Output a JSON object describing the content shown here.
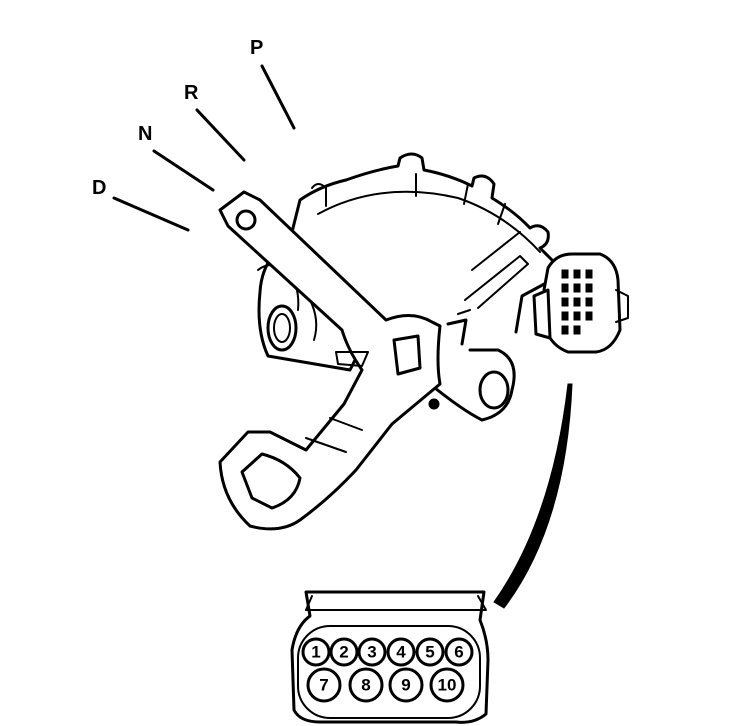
{
  "positions": [
    {
      "id": "P",
      "label": "P"
    },
    {
      "id": "R",
      "label": "R"
    },
    {
      "id": "N",
      "label": "N"
    },
    {
      "id": "D",
      "label": "D"
    }
  ],
  "connector": {
    "pins_top": [
      "1",
      "2",
      "3",
      "4",
      "5",
      "6"
    ],
    "pins_bottom": [
      "7",
      "8",
      "9",
      "10"
    ]
  }
}
